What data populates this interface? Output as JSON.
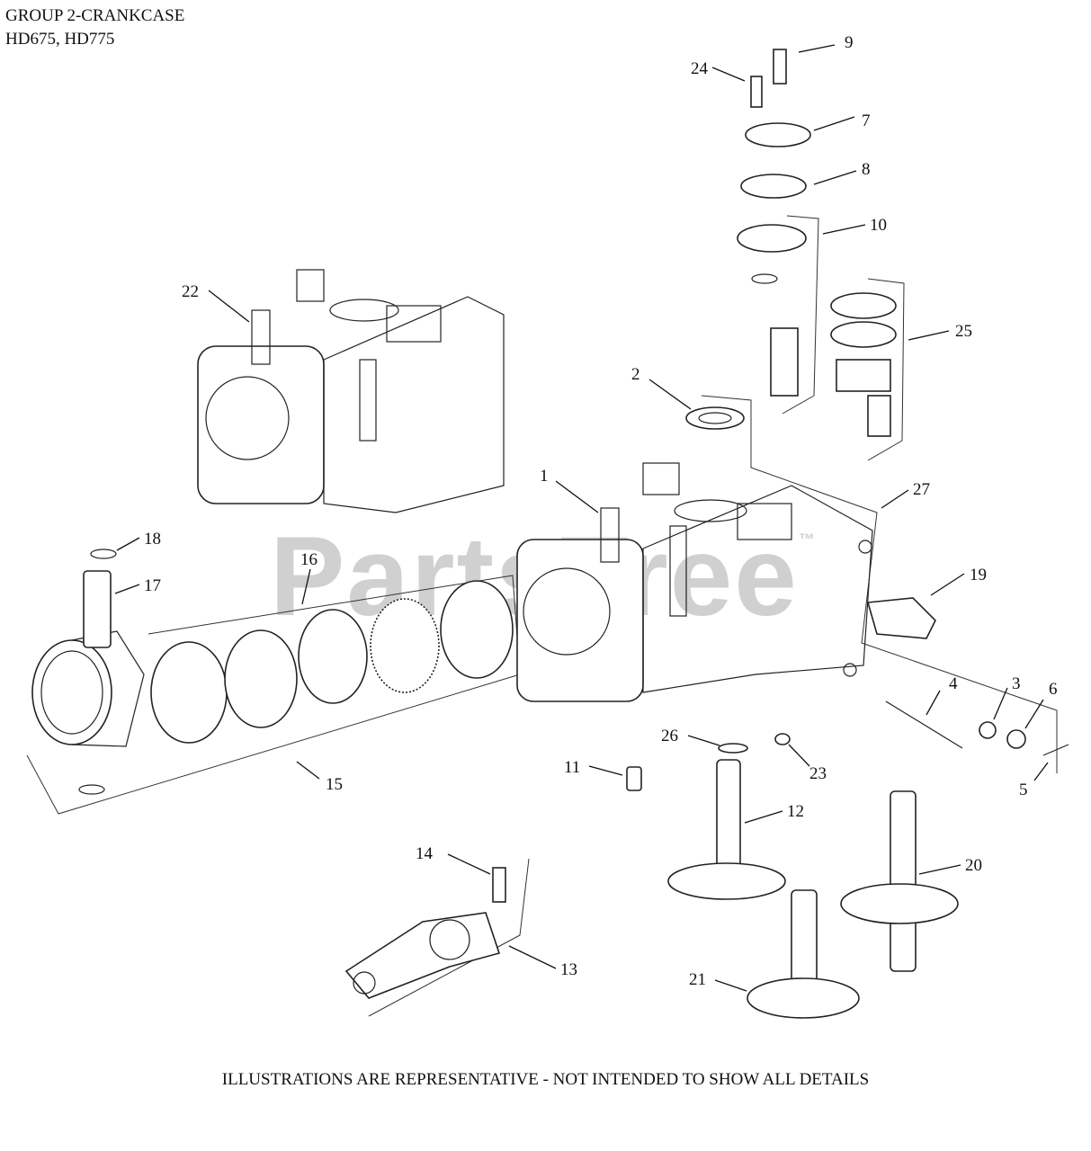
{
  "header": {
    "group_title": "GROUP 2-CRANKCASE",
    "models": "HD675, HD775"
  },
  "footer": {
    "disclaimer": "ILLUSTRATIONS ARE REPRESENTATIVE - NOT INTENDED TO SHOW ALL DETAILS"
  },
  "watermark": {
    "brand": "PartsTree",
    "mark": "™"
  },
  "callouts": [
    "1",
    "2",
    "3",
    "4",
    "5",
    "6",
    "7",
    "8",
    "9",
    "10",
    "11",
    "12",
    "13",
    "14",
    "15",
    "16",
    "17",
    "18",
    "19",
    "20",
    "21",
    "22",
    "23",
    "24",
    "25",
    "26",
    "27"
  ]
}
